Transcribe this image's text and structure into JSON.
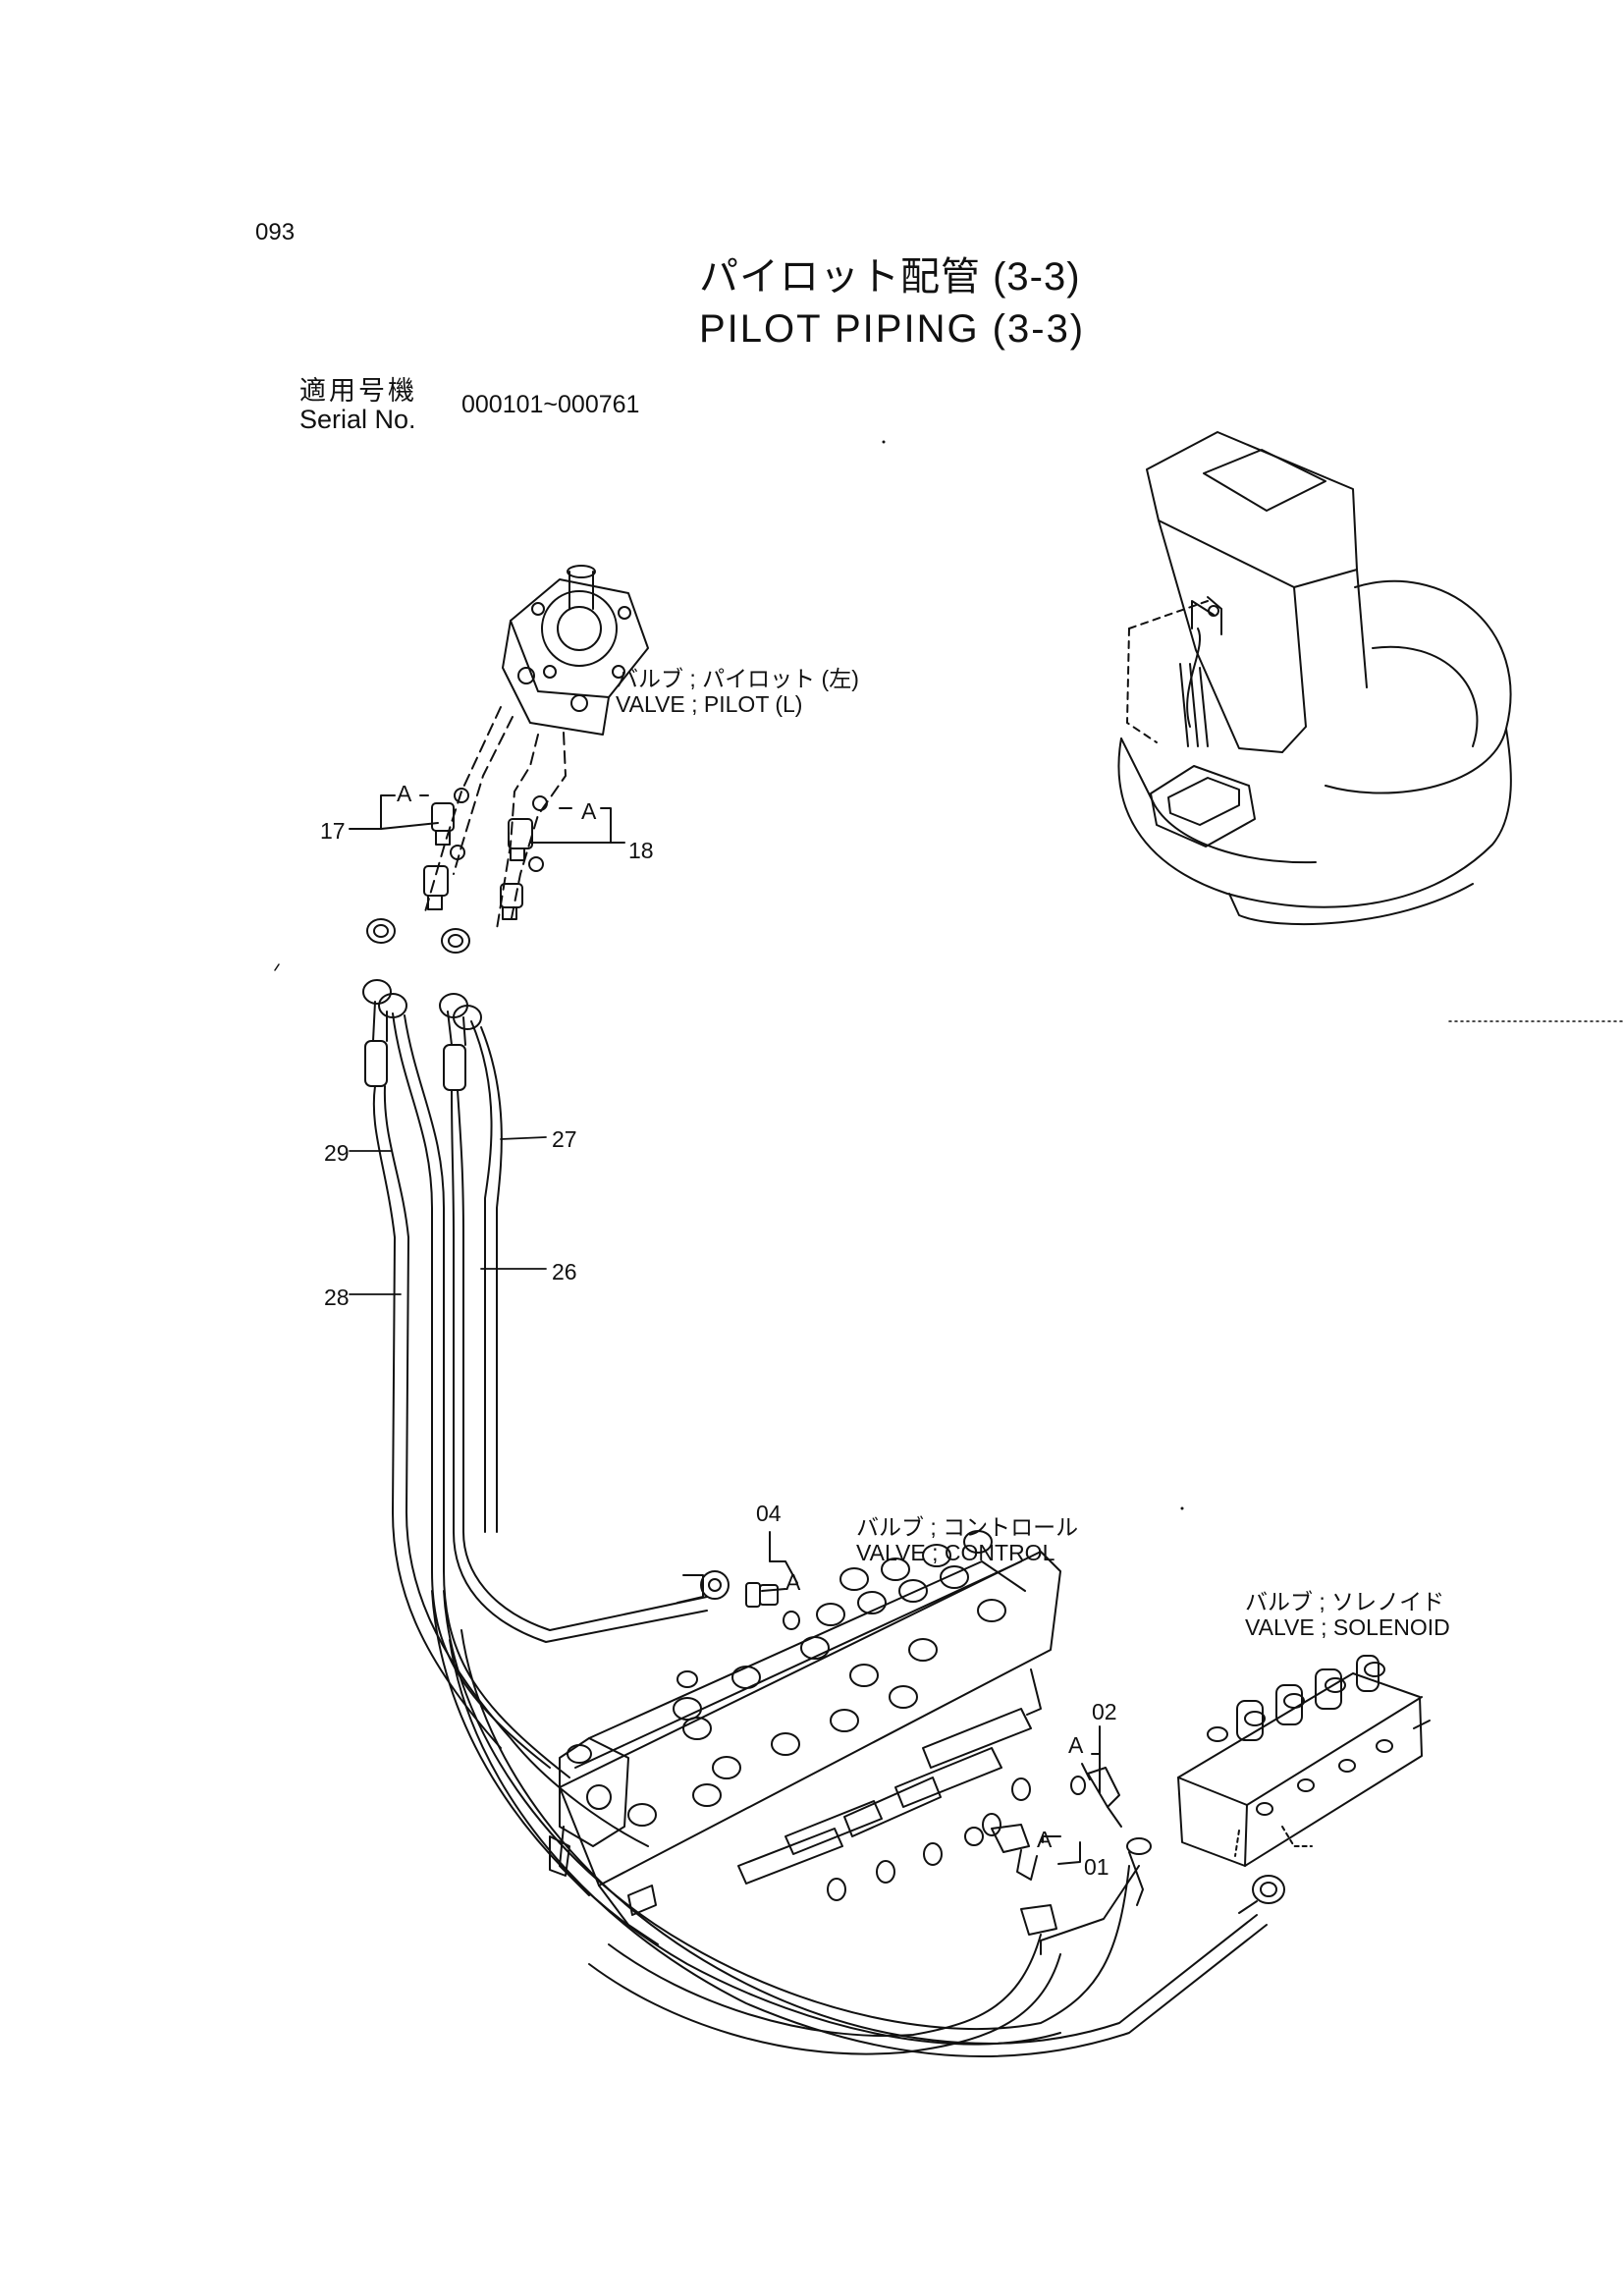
{
  "page": {
    "number": "093"
  },
  "title": {
    "japanese": "パイロット配管  (3-3)",
    "english": "PILOT  PIPING  (3-3)"
  },
  "serial": {
    "label_jp": "適用号機",
    "label_en": "Serial No.",
    "range": "000101~000761"
  },
  "components": {
    "pilot_valve": {
      "jp": "バルブ ; パイロット (左)",
      "en": "VALVE ; PILOT (L)"
    },
    "control_valve": {
      "jp": "バルブ ; コントロール",
      "en": "VALVE ; CONTROL"
    },
    "solenoid_valve": {
      "jp": "バルブ ; ソレノイド",
      "en": "VALVE ; SOLENOID"
    }
  },
  "callouts": {
    "p17": "17",
    "p18": "18",
    "p29": "29",
    "p27": "27",
    "p28": "28",
    "p26": "26",
    "p04": "04",
    "p02": "02",
    "p01": "01",
    "a1": "A",
    "a2": "A",
    "a3": "A",
    "a4": "A",
    "a5": "A"
  }
}
